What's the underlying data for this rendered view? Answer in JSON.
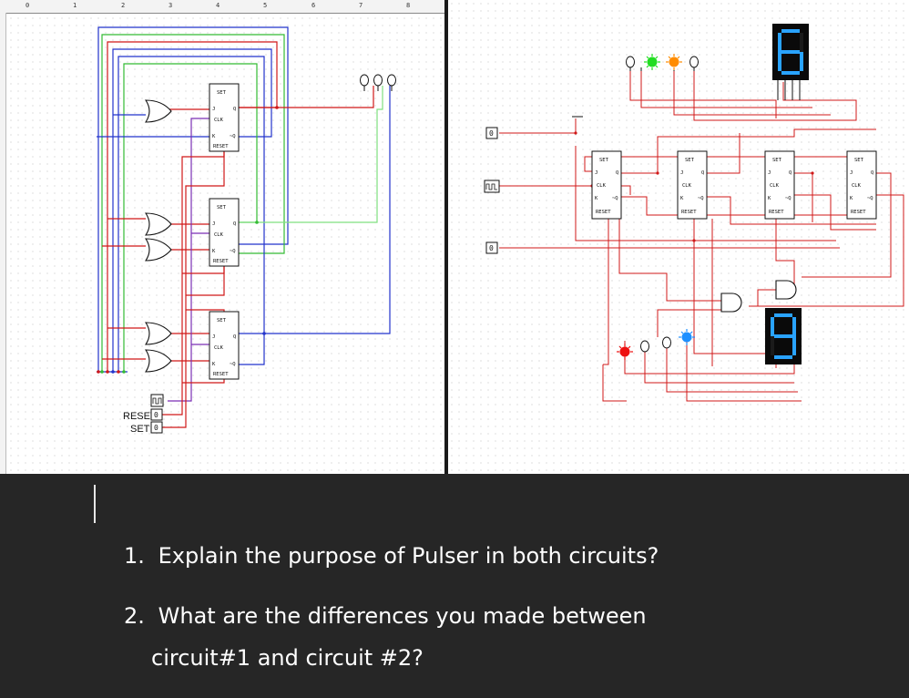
{
  "document": {
    "questions": [
      {
        "number": "1.",
        "text": "Explain the purpose of Pulser in both circuits?"
      },
      {
        "number": "2.",
        "text": "What are the differences you made between"
      }
    ],
    "continuation": "circuit#1 and circuit #2?"
  },
  "left_circuit": {
    "ruler_labels": [
      "0",
      "1",
      "2",
      "3",
      "4",
      "5",
      "6",
      "7",
      "8"
    ],
    "flipflop_labels": {
      "set": "SET",
      "j": "J",
      "q": "Q",
      "clk": "CLK",
      "k": "K",
      "qn": "~Q",
      "reset": "RESET"
    },
    "input_reset_label": "RESET",
    "input_set_label": "SET",
    "input_reset_value": "0",
    "input_set_value": "0"
  },
  "right_circuit": {
    "input_top_value": "0",
    "input_bottom_value": "0",
    "flipflop_labels": {
      "set": "SET",
      "j": "J",
      "q": "Q",
      "clk": "CLK",
      "k": "K",
      "qn": "~Q",
      "reset": "RESET"
    },
    "seg_display_top": "6",
    "seg_display_bottom": "9"
  },
  "colors": {
    "wire_red": "#d01818",
    "wire_blue": "#2233cc",
    "wire_green": "#33bb33",
    "wire_lightgreen": "#7fe07f",
    "wire_purple": "#7a2fb5",
    "led_green": "#22dd22",
    "led_orange": "#ff8c00",
    "led_red": "#ee1111",
    "led_blue": "#1e90ff",
    "seg_on": "#29a3ff",
    "background_dark": "#262626"
  }
}
